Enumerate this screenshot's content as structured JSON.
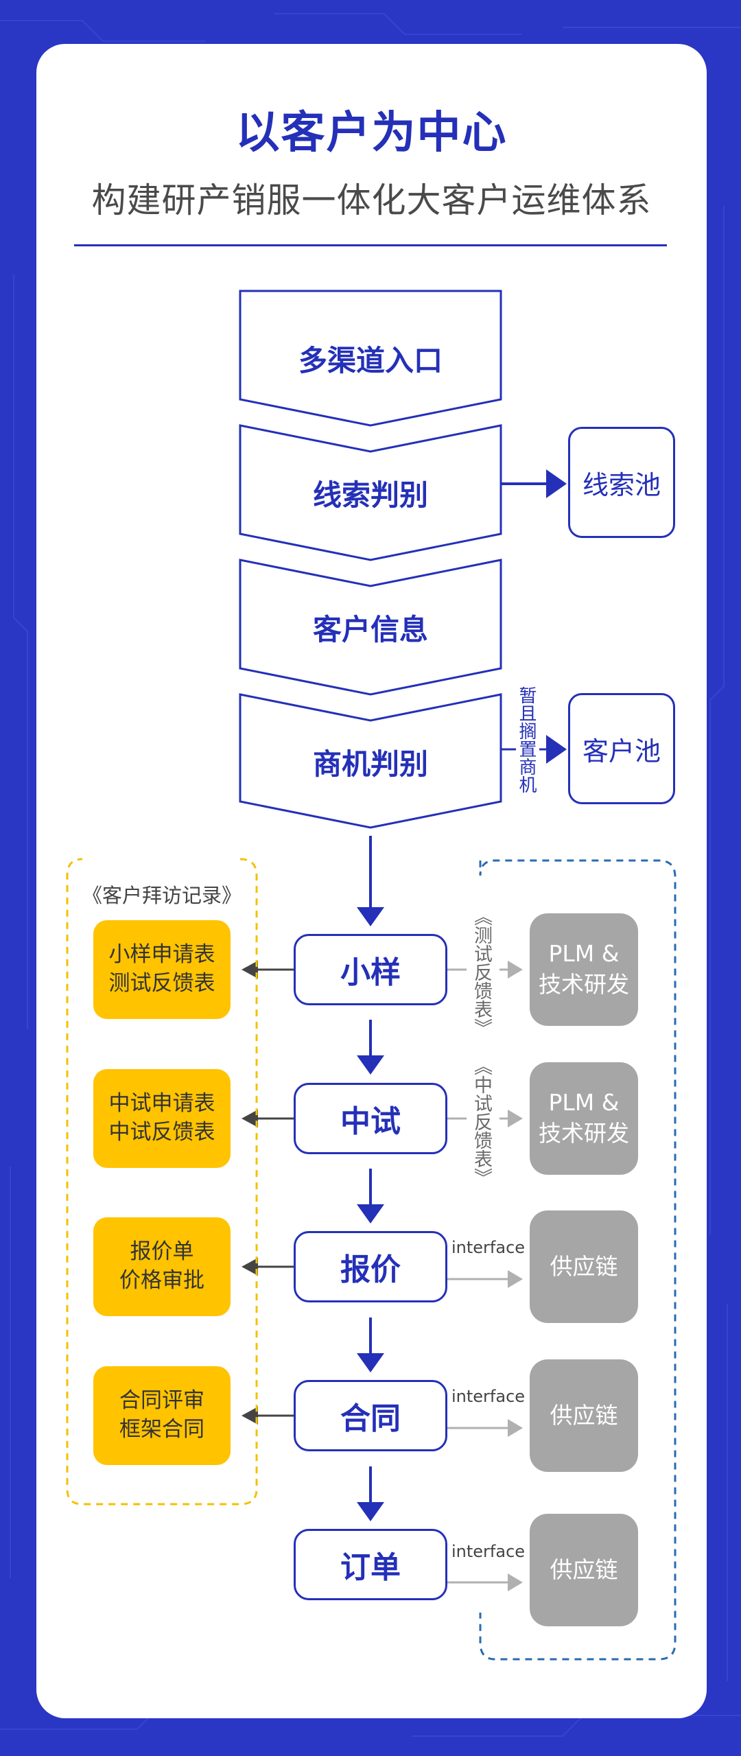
{
  "title": "以客户为中心",
  "subtitle": "构建研产销服一体化大客户运维体系",
  "funnel": [
    {
      "label": "多渠道入口"
    },
    {
      "label": "线索判别"
    },
    {
      "label": "客户信息"
    },
    {
      "label": "商机判别"
    }
  ],
  "pools": {
    "lead_pool": "线索池",
    "customer_pool": "客户池",
    "shelve_note": "暂且搁置商机"
  },
  "visit_record_label": "《客户拜访记录》",
  "stages": [
    {
      "label": "小样",
      "docs": [
        "小样申请表",
        "测试反馈表"
      ],
      "flow_note": "《测试反馈表》",
      "target": [
        "PLM &",
        "技术研发"
      ]
    },
    {
      "label": "中试",
      "docs": [
        "中试申请表",
        "中试反馈表"
      ],
      "flow_note": "《中试反馈表》",
      "target": [
        "PLM &",
        "技术研发"
      ]
    },
    {
      "label": "报价",
      "docs": [
        "报价单",
        "价格审批"
      ],
      "flow_note": "interface",
      "target": [
        "供应链"
      ]
    },
    {
      "label": "合同",
      "docs": [
        "合同评审",
        "框架合同"
      ],
      "flow_note": "interface",
      "target": [
        "供应链"
      ]
    },
    {
      "label": "订单",
      "flow_note": "interface",
      "target": [
        "供应链"
      ]
    }
  ],
  "colors": {
    "primary": "#2430b8",
    "background": "#2a36c4",
    "doc_box": "#ffc300",
    "system_box": "#a6a6a6",
    "visit_border": "#f2c200"
  }
}
